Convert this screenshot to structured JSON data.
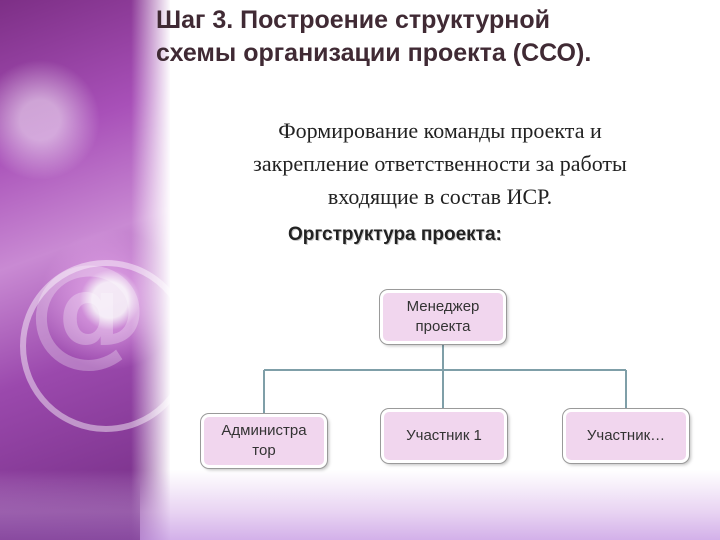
{
  "slide": {
    "title_line1": "Шаг 3. Построение структурной",
    "title_line2": "схемы организации проекта (ССО).",
    "subtitle_line1": "Формирование команды проекта и",
    "subtitle_line2": "закрепление ответственности за работы",
    "subtitle_line3": "входящие в состав ИСР.",
    "org_heading": "Оргструктура проекта:"
  },
  "org_chart": {
    "root": {
      "line1": "Менеджер",
      "line2": "проекта"
    },
    "children": [
      {
        "line1": "Администра",
        "line2": "тор"
      },
      {
        "line1": "Участник 1"
      },
      {
        "line1": "Участник…"
      }
    ]
  },
  "colors": {
    "node_fill": "#f1d6ee",
    "title_color": "#402a34",
    "connector": "#7f9fa8"
  }
}
